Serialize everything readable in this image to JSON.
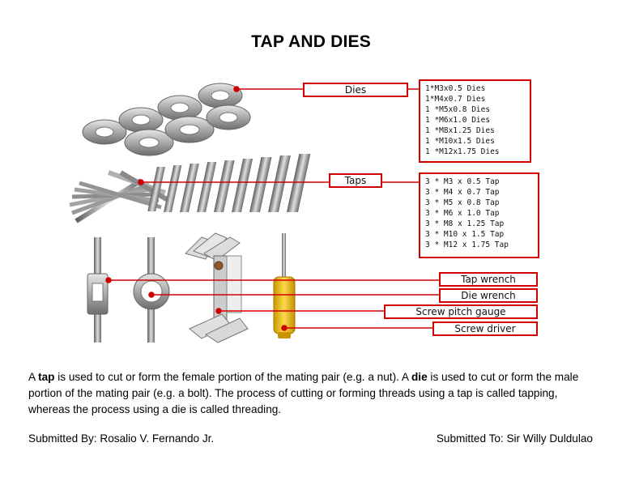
{
  "document": {
    "title": "TAP AND DIES",
    "labels": {
      "dies": "Dies",
      "taps": "Taps",
      "tap_wrench": "Tap wrench",
      "die_wrench": "Die wrench",
      "screw_pitch_gauge": "Screw pitch gauge",
      "screw_driver": "Screw driver"
    },
    "dies_specs": [
      "1*M3x0.5 Dies",
      "1*M4x0.7 Dies",
      "1 *M5x0.8 Dies",
      "1 *M6x1.0 Dies",
      "1 *M8x1.25 Dies",
      "1 *M10x1.5 Dies",
      "1 *M12x1.75 Dies"
    ],
    "taps_specs": [
      "3 * M3 x 0.5 Tap",
      "3 * M4 x 0.7 Tap",
      "3 * M5 x 0.8 Tap",
      "3 * M6 x 1.0 Tap",
      "3 * M8 x 1.25 Tap",
      "3 * M10 x 1.5 Tap",
      "3 * M12 x 1.75 Tap"
    ],
    "paragraph": {
      "p1": "A ",
      "b1": "tap",
      "p2": " is used to cut or form the female portion of the mating pair (e.g. a nut). A ",
      "b2": "die",
      "p3": " is used to cut or form the male portion of the mating pair (e.g. a bolt). The process of cutting or forming threads using a tap is called tapping, whereas the process using a die is called threading."
    },
    "submitted_by": "Submitted By: Rosalio V. Fernando Jr.",
    "submitted_to": "Submitted To: Sir Willy Duldulao"
  },
  "colors": {
    "callout_red": "#d10000",
    "metal": "#b8b8b8",
    "handle_yellow": "#f2c200"
  }
}
